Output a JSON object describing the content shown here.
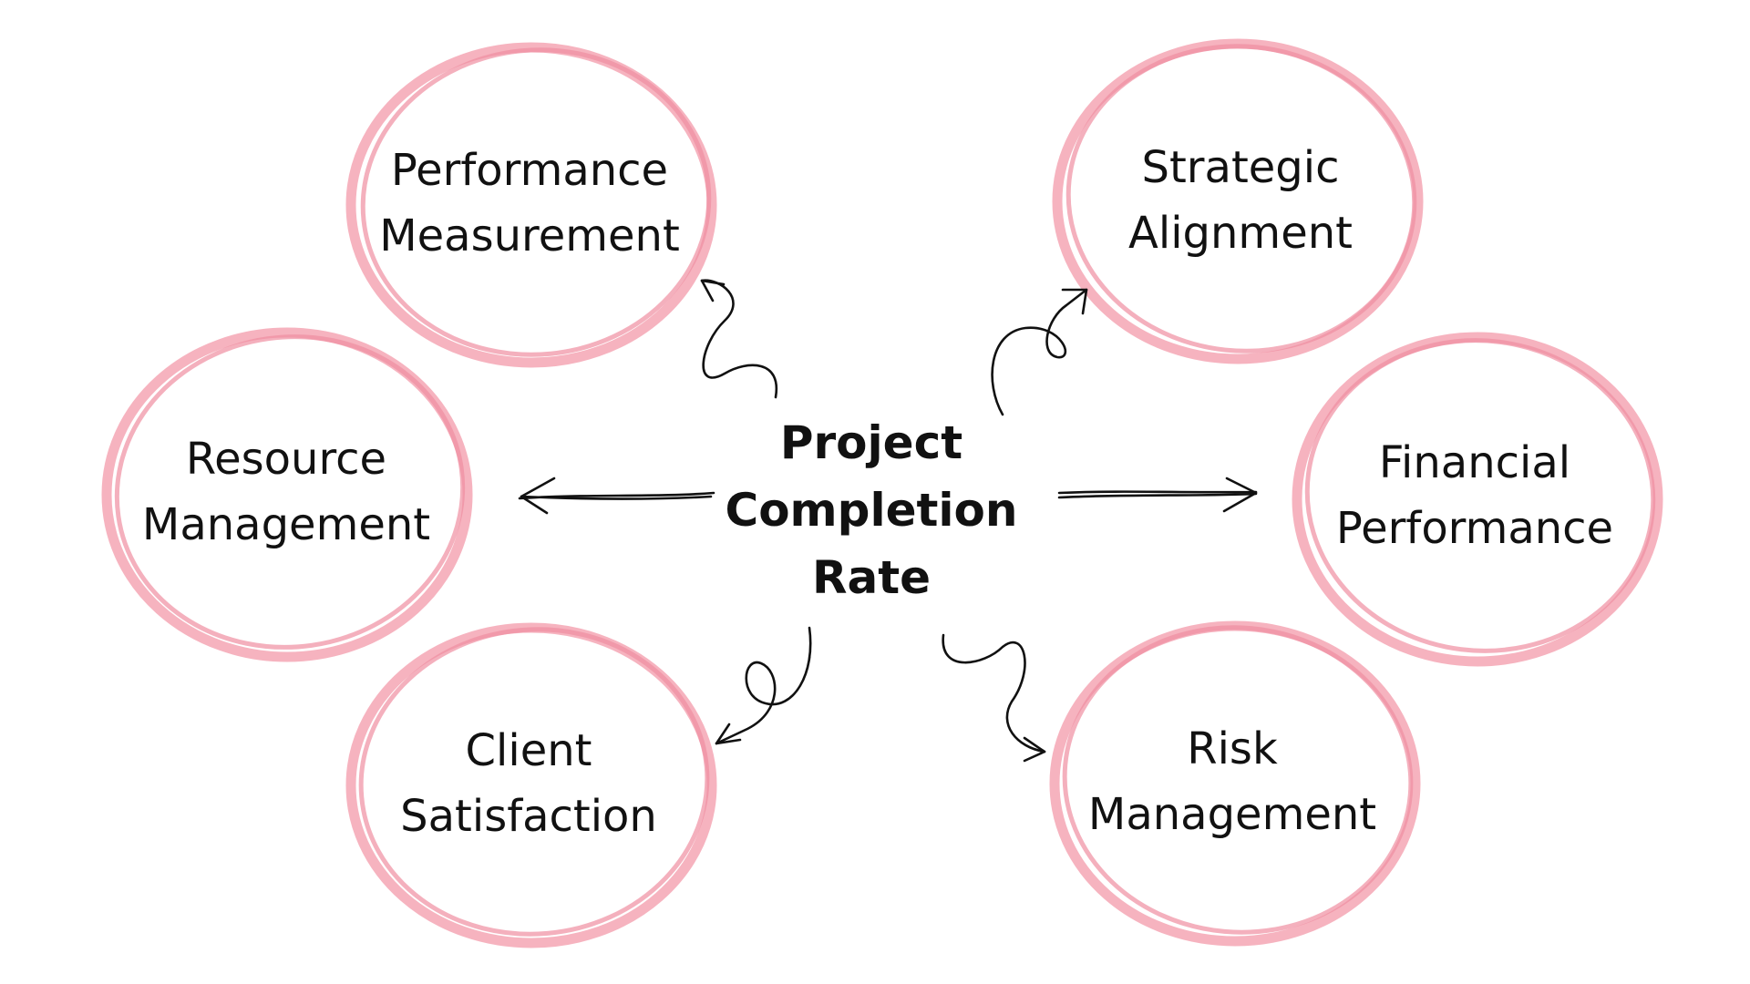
{
  "center": {
    "lines": [
      "Project",
      "Completion",
      "Rate"
    ]
  },
  "nodes": [
    {
      "id": "performance-measurement",
      "lines": [
        "Performance",
        "Measurement"
      ]
    },
    {
      "id": "strategic-alignment",
      "lines": [
        "Strategic",
        "Alignment"
      ]
    },
    {
      "id": "resource-management",
      "lines": [
        "Resource",
        "Management"
      ]
    },
    {
      "id": "financial-performance",
      "lines": [
        "Financial",
        "Performance"
      ]
    },
    {
      "id": "client-satisfaction",
      "lines": [
        "Client",
        "Satisfaction"
      ]
    },
    {
      "id": "risk-management",
      "lines": [
        "Risk",
        "Management"
      ]
    }
  ],
  "colors": {
    "ring": "#f4a6b4",
    "ring_dark": "#ef8ea1",
    "ink": "#111111",
    "background": "#ffffff"
  }
}
